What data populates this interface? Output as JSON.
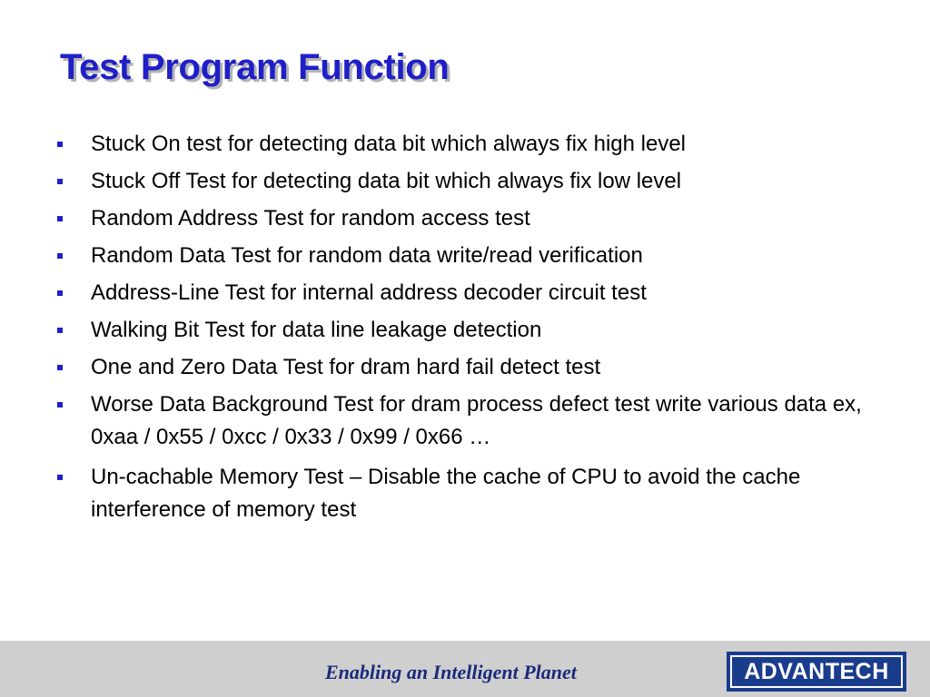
{
  "slide": {
    "title": "Test Program Function",
    "bullets": [
      "Stuck On test for detecting data bit which always fix high level",
      "Stuck Off Test for detecting data bit which always fix low level",
      "Random Address Test for random access test",
      "Random Data Test for random data write/read verification",
      "Address-Line Test for internal address decoder circuit test",
      "Walking Bit Test for data line leakage detection",
      "One and Zero Data Test for dram hard fail detect test",
      "Worse Data Background Test for dram process defect test write various data ex, 0xaa / 0x55 / 0xcc / 0x33 / 0x99 / 0x66 …",
      "Un-cachable Memory Test – Disable the cache of CPU to avoid the cache interference of memory test"
    ],
    "bullet_color": "#1f1fc8"
  },
  "footer": {
    "tagline": "Enabling an Intelligent Planet",
    "logo_text": "ADVANTECH",
    "background": "#cfcfcf",
    "logo_color": "#1a3c8c"
  }
}
